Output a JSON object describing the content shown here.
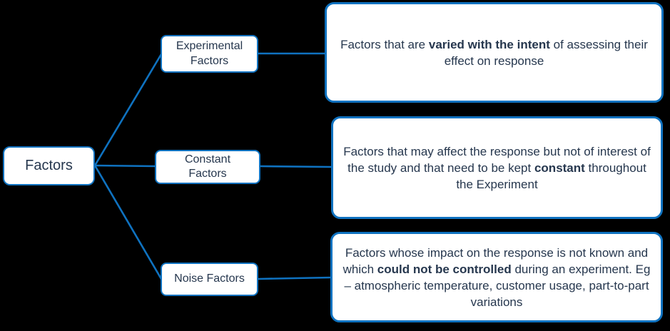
{
  "colors": {
    "accent": "#0f72c0",
    "text": "#26374e",
    "node_fill": "#ffffff",
    "background": "#000000"
  },
  "root": {
    "label": "Factors"
  },
  "branches": [
    {
      "id": "experimental-factors",
      "label": "Experimental\nFactors",
      "description": [
        {
          "text": "Factors that are ",
          "bold": false
        },
        {
          "text": "varied with the intent",
          "bold": true
        },
        {
          "text": " of assessing their effect on response",
          "bold": false
        }
      ]
    },
    {
      "id": "constant-factors",
      "label": "Constant\nFactors",
      "description": [
        {
          "text": "Factors that may affect the response but not of interest of the study and that need to be kept ",
          "bold": false
        },
        {
          "text": "constant",
          "bold": true
        },
        {
          "text": " throughout the Experiment",
          "bold": false
        }
      ]
    },
    {
      "id": "noise-factors",
      "label": "Noise Factors",
      "description": [
        {
          "text": "Factors whose impact on the response is not known and which ",
          "bold": false
        },
        {
          "text": "could not be controlled",
          "bold": true
        },
        {
          "text": " during an experiment. Eg – atmospheric temperature, customer usage, part-to-part variations",
          "bold": false
        }
      ]
    }
  ]
}
